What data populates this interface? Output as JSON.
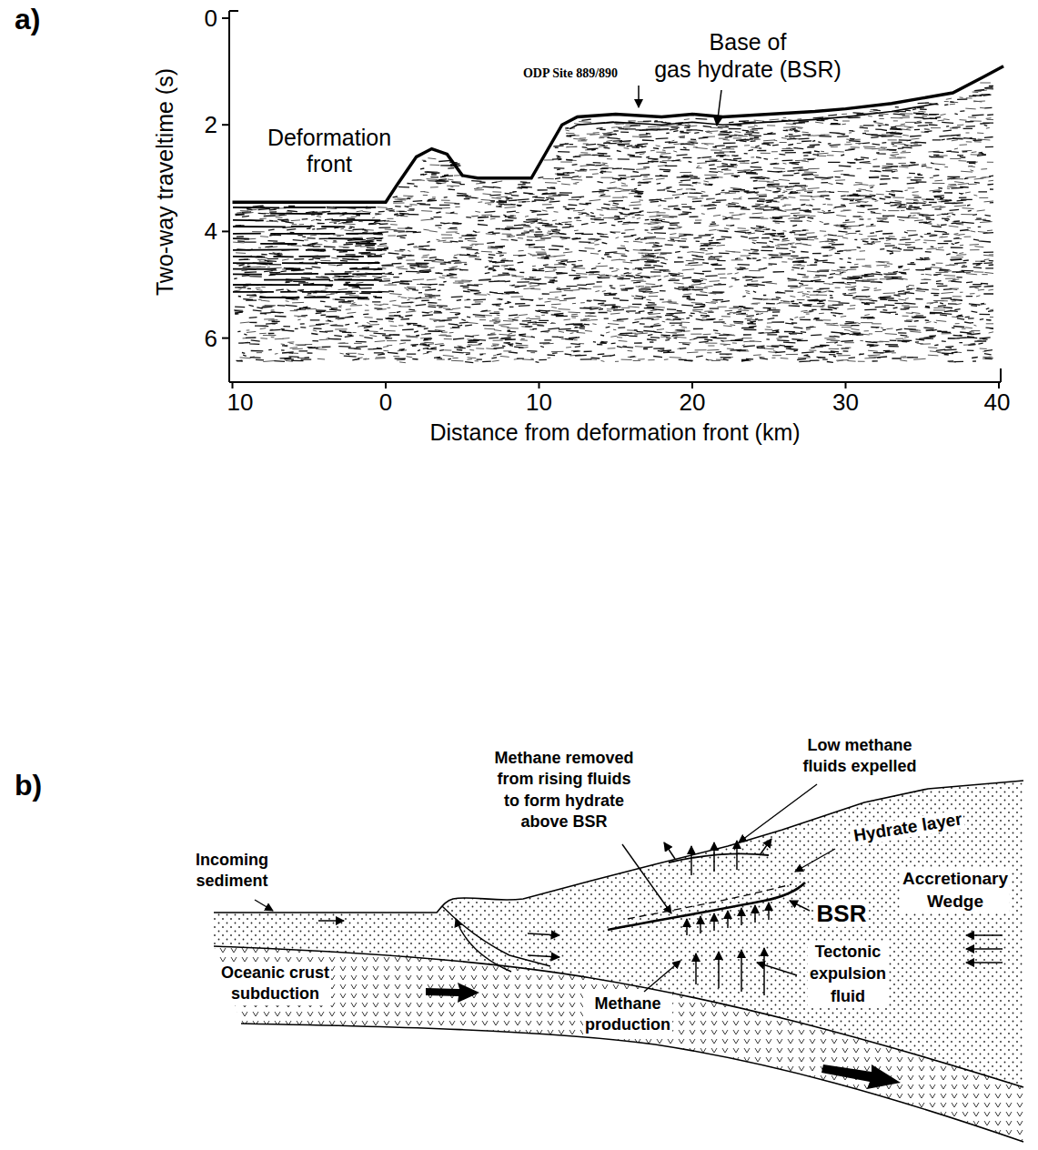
{
  "diagram": {
    "labels": [
      "a)",
      "0",
      "2",
      "4",
      "6",
      "Two-way traveltime (s)",
      "Deformation front",
      "ODP Site 889/890",
      "Base of gas hydrate (BSR)",
      "10",
      "0",
      "10",
      "20",
      "30",
      "40",
      "Distance from deformation front (km)",
      "b)",
      "Incoming sediment",
      "Oceanic crust subduction",
      "Methane removed from rising fluids to form hydrate above BSR",
      "Low methane fluids expelled",
      "Hydrate layer",
      "Accretionary Wedge",
      "BSR",
      "Tectonic expulsion fluid",
      "Methane production"
    ]
  }
}
